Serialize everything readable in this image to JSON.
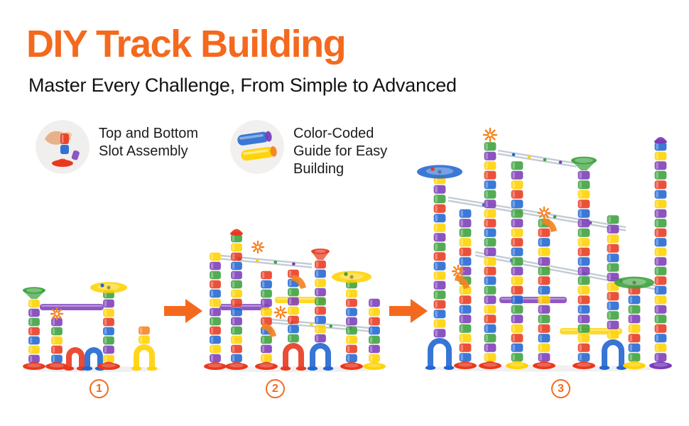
{
  "header": {
    "title": "DIY Track Building",
    "subtitle": "Master Every Challenge, From Simple to Advanced"
  },
  "features": [
    {
      "icon": "slot-assembly-icon",
      "lines": [
        "Top and Bottom",
        "Slot Assembly"
      ]
    },
    {
      "icon": "color-coded-tubes-icon",
      "lines": [
        "Color-Coded",
        "Guide for Easy",
        "Building"
      ]
    }
  ],
  "steps": [
    "1",
    "2",
    "3"
  ],
  "colors": {
    "accent": "#f4691e",
    "heading": "#f4691e",
    "text": "#121212",
    "background": "#ffffff",
    "palette": {
      "red": "#e8391f",
      "orange": "#f5821f",
      "yellow": "#ffd200",
      "green": "#3ba13c",
      "blue": "#2166d2",
      "purple": "#7b3cb8",
      "teal": "#2fb7a6"
    }
  }
}
